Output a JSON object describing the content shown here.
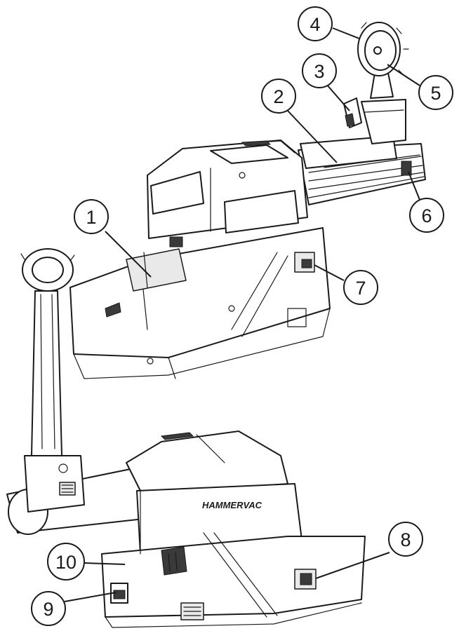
{
  "callouts": [
    {
      "label": "1"
    },
    {
      "label": "2"
    },
    {
      "label": "3"
    },
    {
      "label": "4"
    },
    {
      "label": "5"
    },
    {
      "label": "6"
    },
    {
      "label": "7"
    },
    {
      "label": "8"
    },
    {
      "label": "9"
    },
    {
      "label": "10"
    }
  ],
  "brand_text": "HAMMERVAC"
}
